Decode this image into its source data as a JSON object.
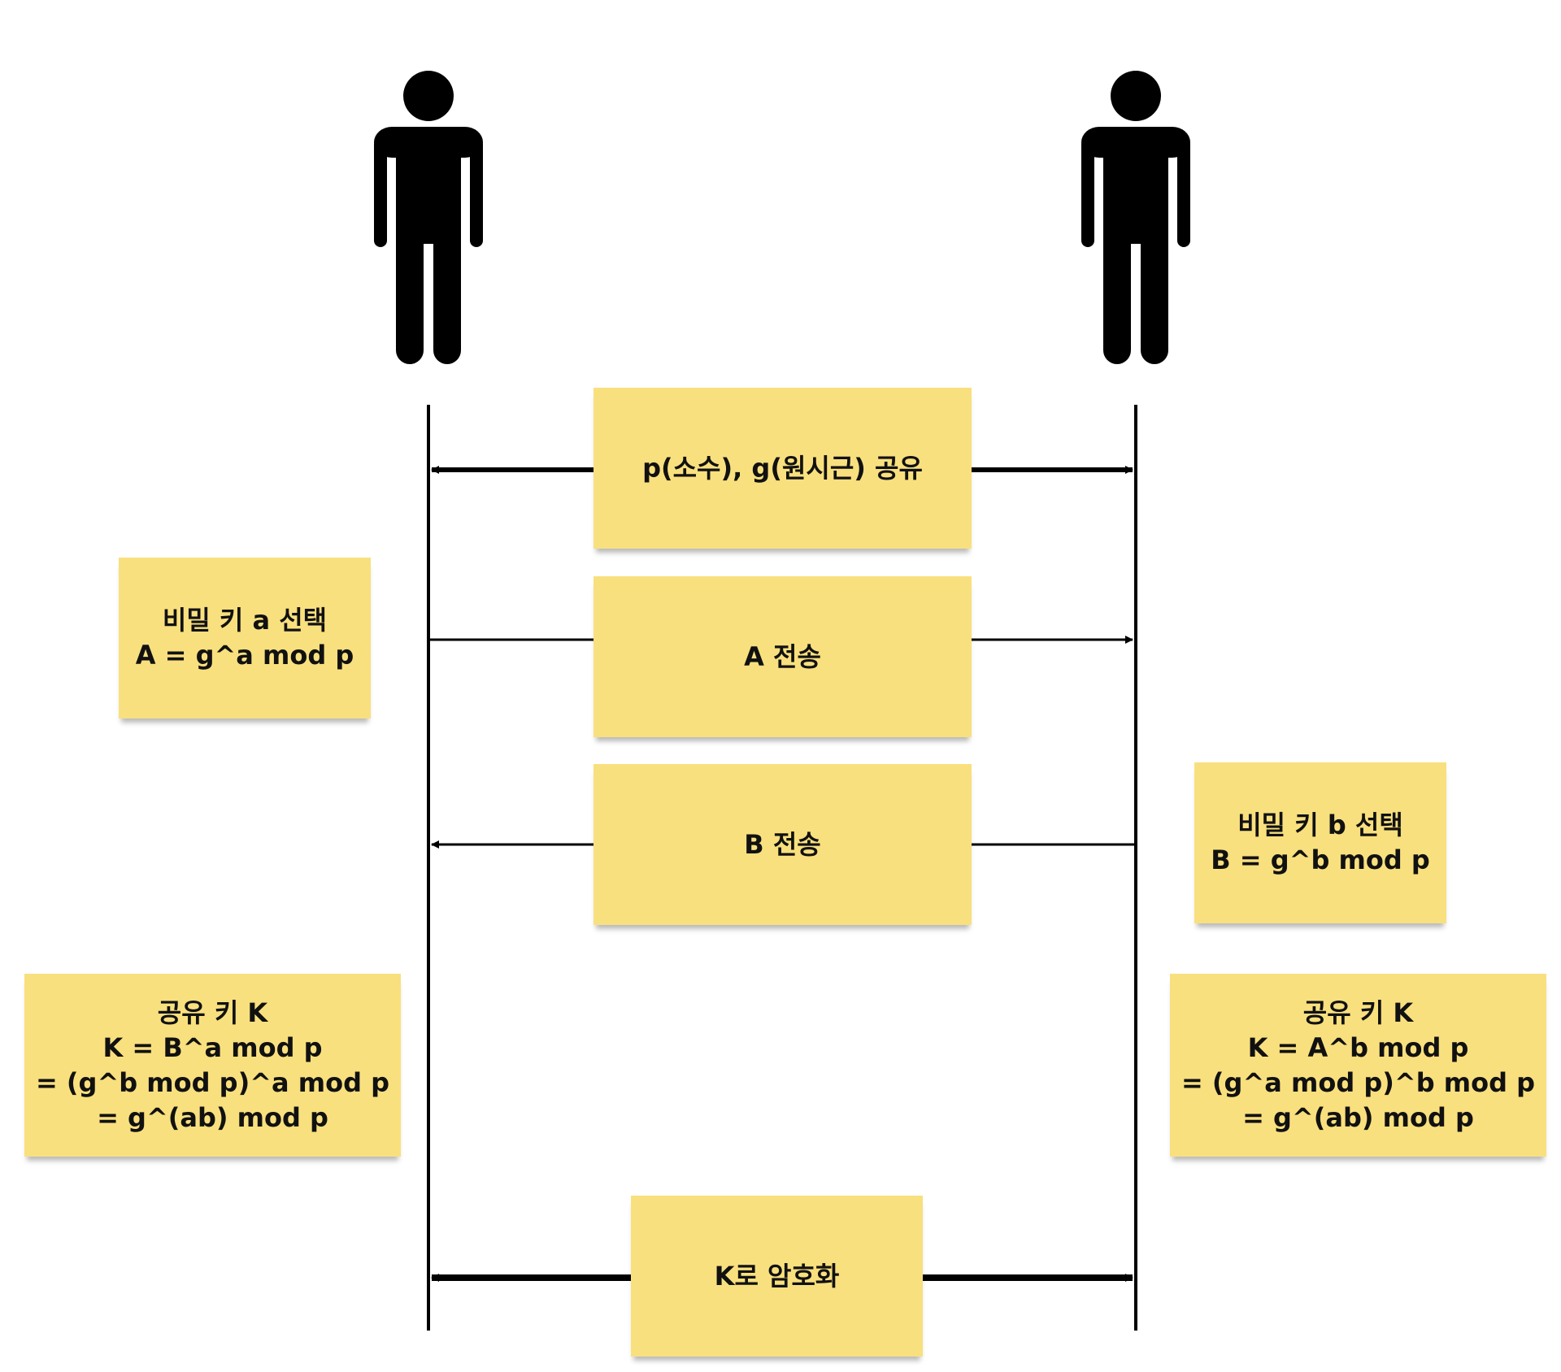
{
  "actors": [
    {
      "id": "left",
      "icon": "person-icon"
    },
    {
      "id": "right",
      "icon": "person-icon"
    }
  ],
  "messages": [
    {
      "id": "share-params",
      "label": "p(소수), g(원시근) 공유",
      "direction": "both"
    },
    {
      "id": "send-a",
      "label": "A 전송",
      "direction": "left-to-right"
    },
    {
      "id": "send-b",
      "label": "B 전송",
      "direction": "right-to-left"
    },
    {
      "id": "encrypt",
      "label": "K로 암호화",
      "direction": "both"
    }
  ],
  "notes": {
    "left_secret": {
      "lines": [
        "비밀 키 a 선택",
        "A = g^a mod p"
      ]
    },
    "right_secret": {
      "lines": [
        "비밀 키 b 선택",
        "B = g^b mod p"
      ]
    },
    "left_key": {
      "lines": [
        "공유 키 K",
        "K = B^a mod p",
        "= (g^b mod p)^a mod p",
        "= g^(ab) mod p"
      ]
    },
    "right_key": {
      "lines": [
        "공유 키 K",
        "K = A^b mod p",
        "= (g^a mod p)^b mod p",
        "= g^(ab) mod p"
      ]
    }
  },
  "colors": {
    "note": "#f9e07e",
    "line": "#000000",
    "text": "#111111"
  }
}
